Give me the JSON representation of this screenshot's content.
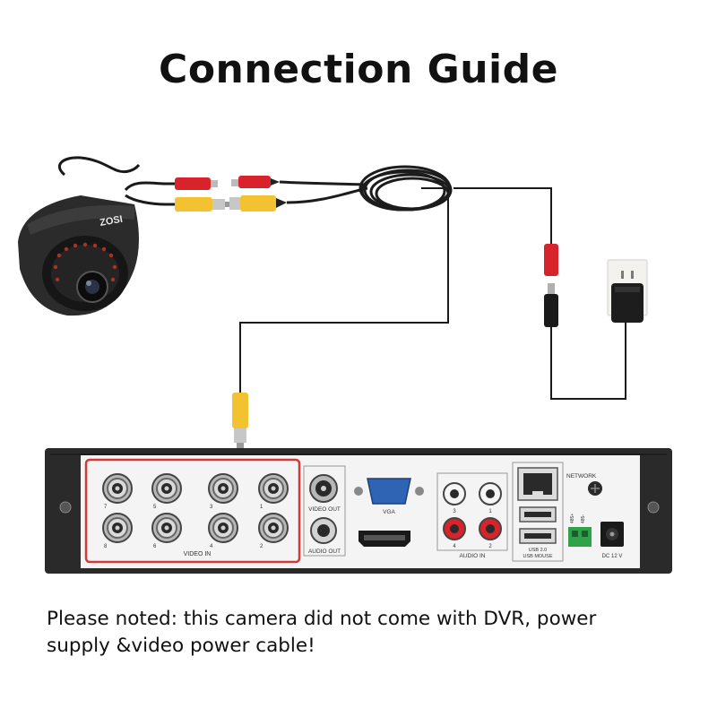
{
  "title": "Connection Guide",
  "note": {
    "line1": "Please noted: this camera did not come with DVR, power",
    "line2": "supply &video power cable!"
  },
  "camera": {
    "brand": "ZOSI"
  },
  "dvr": {
    "video_in_label": "VIDEO IN",
    "video_in_ports": [
      "7",
      "5",
      "3",
      "1",
      "8",
      "6",
      "4",
      "2"
    ],
    "video_out_label": "VIDEO OUT",
    "audio_out_label": "AUDIO OUT",
    "vga_label": "VGA",
    "audio_in_label": "AUDIO IN",
    "audio_in_ports": [
      "3",
      "1",
      "4",
      "2"
    ],
    "network_label": "NETWORK",
    "usb_label": "USB 2.0",
    "usb_mouse_label": "USB MOUSE",
    "dc_label": "DC 12 V",
    "rs485_a": "485+",
    "rs485_b": "485-"
  },
  "colors": {
    "highlight": "#d23a3a",
    "rca_red": "#d8232a",
    "rca_yellow": "#f2c230",
    "cable": "#1a1a1a",
    "dvr_body": "#2a2a2a",
    "panel": "#f4f4f4",
    "vga": "#2f64b4",
    "terminal": "#2fa34a"
  }
}
